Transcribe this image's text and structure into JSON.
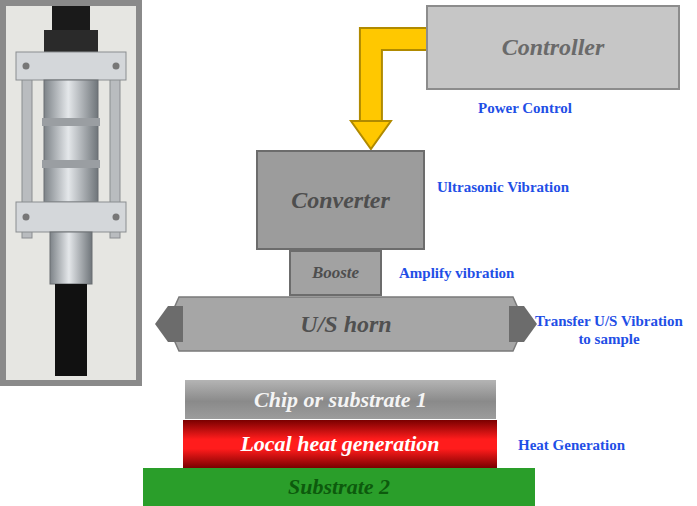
{
  "diagram": {
    "nodes": [
      {
        "text": [
          "Controller"
        ]
      },
      {
        "text": [
          "Converter"
        ]
      },
      {
        "text": [
          "Booste"
        ]
      },
      {
        "text": [
          "U/S horn"
        ]
      },
      {
        "text": [
          "Chip or substrate 1"
        ]
      },
      {
        "text": [
          "Local heat generation"
        ]
      },
      {
        "text": [
          "Substrate 2"
        ]
      }
    ],
    "edges": [
      {
        "from": 0,
        "to": 1,
        "arrow": "to"
      }
    ],
    "labels": [
      "Power Control",
      "Ultrasonic Vibration",
      "Amplify vibration",
      "Transfer U/S Vibration to sample",
      "Heat Generation"
    ]
  }
}
